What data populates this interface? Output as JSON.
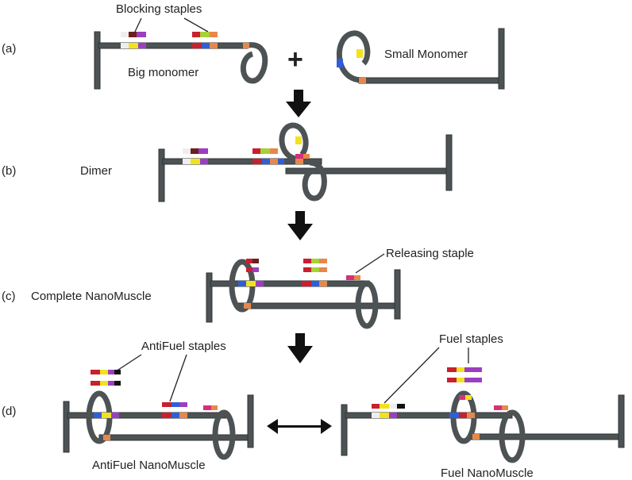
{
  "figure": {
    "panel_labels": [
      "(a)",
      "(b)",
      "(c)",
      "(d)"
    ],
    "labels": {
      "blocking_staples": "Blocking staples",
      "big_monomer": "Big monomer",
      "plus_sign": "+",
      "small_monomer": "Small Monomer",
      "dimer": "Dimer",
      "releasing_staple": "Releasing staple",
      "complete_nanomuscle": "Complete NanoMuscle",
      "antifuel_staples": "AntiFuel staples",
      "fuel_staples": "Fuel staples",
      "antifuel_nanomuscle": "AntiFuel NanoMuscle",
      "fuel_nanomuscle": "Fuel NanoMuscle"
    },
    "colors": {
      "rod": "#4d5355",
      "red": "#c8202e",
      "magenta": "#d6307a",
      "purple": "#9b3fc0",
      "yellow": "#f2e21e",
      "blue": "#2f5fd8",
      "orange": "#e8874a",
      "green": "#a6d236",
      "white": "#eeeeee",
      "darkred": "#6b1f1f",
      "black": "#111111",
      "arrow": "#111111"
    }
  }
}
